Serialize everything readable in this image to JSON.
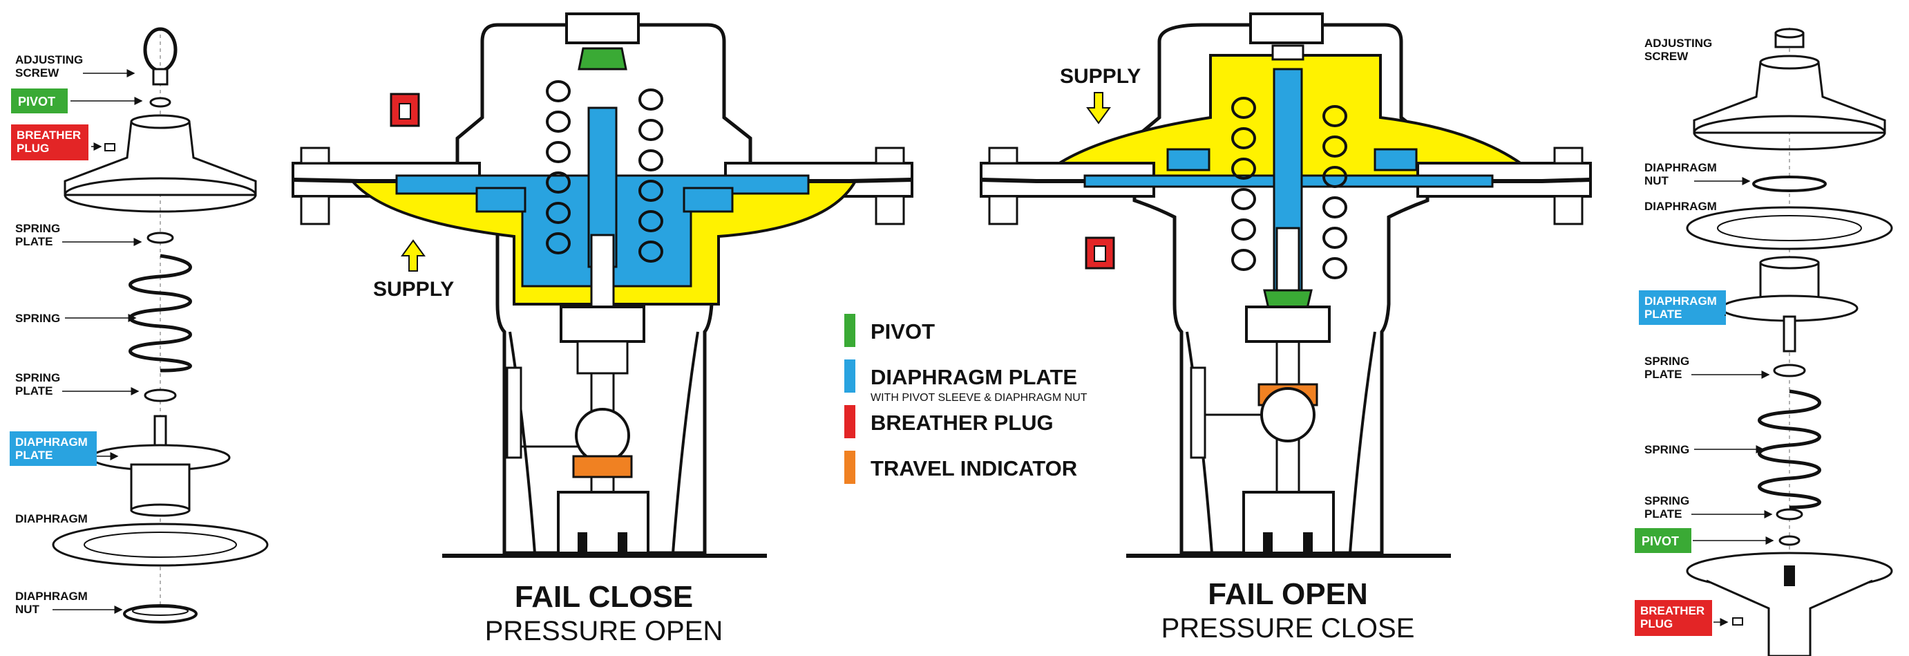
{
  "left_exploded": {
    "labels": [
      "ADJUSTING\nSCREW",
      "PIVOT",
      "BREATHER\nPLUG",
      "SPRING\nPLATE",
      "SPRING",
      "SPRING\nPLATE",
      "DIAPHRAGM\nPLATE",
      "DIAPHRAGM",
      "DIAPHRAGM\nNUT"
    ]
  },
  "right_exploded": {
    "labels": [
      "ADJUSTING\nSCREW",
      "DIAPHRAGM\nNUT",
      "DIAPHRAGM",
      "DIAPHRAGM\nPLATE",
      "SPRING\nPLATE",
      "SPRING",
      "SPRING\nPLATE",
      "PIVOT",
      "BREATHER\nPLUG"
    ]
  },
  "left_section": {
    "supply_label": "SUPPLY",
    "title": "FAIL CLOSE",
    "subtitle": "PRESSURE OPEN"
  },
  "right_section": {
    "supply_label": "SUPPLY",
    "title": "FAIL OPEN",
    "subtitle": "PRESSURE CLOSE"
  },
  "legend": {
    "items": [
      {
        "label": "PIVOT",
        "sublabel": "",
        "color": "#3aaa35"
      },
      {
        "label": "DIAPHRAGM PLATE",
        "sublabel": "WITH PIVOT SLEEVE & DIAPHRAGM NUT",
        "color": "#29a3e0"
      },
      {
        "label": "BREATHER PLUG",
        "sublabel": "",
        "color": "#e32526"
      },
      {
        "label": "TRAVEL INDICATOR",
        "sublabel": "",
        "color": "#f08122"
      }
    ]
  },
  "colors": {
    "pivot": "#3aaa35",
    "diaphragm_plate": "#29a3e0",
    "breather_plug": "#e32526",
    "travel_indicator": "#f08122",
    "supply_pressure": "#fff200",
    "outline": "#111111"
  }
}
